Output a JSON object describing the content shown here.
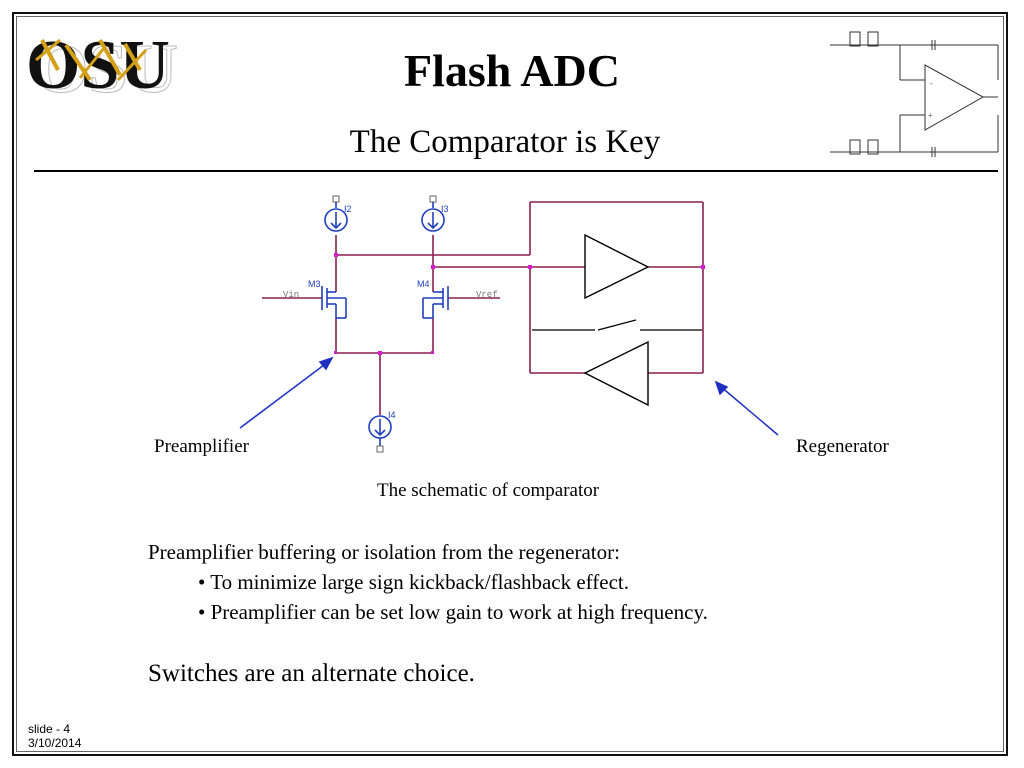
{
  "slide": {
    "logo_text": "OSU",
    "title": "Flash ADC",
    "subtitle": "The Comparator is Key"
  },
  "schematic": {
    "labels": {
      "i2": "I2",
      "i3": "I3",
      "i4": "I4",
      "m3": "M3",
      "m4": "M4",
      "vin": "Vin",
      "vref": "Vref"
    },
    "preamp_label": "Preamplifier",
    "regen_label": "Regenerator",
    "caption": "The schematic of comparator"
  },
  "content": {
    "intro": "Preamplifier buffering or isolation from the regenerator:",
    "bullets": [
      "• To minimize large sign kickback/flashback effect.",
      "• Preamplifier can be set low gain to work at high frequency."
    ],
    "closing": "Switches are an alternate choice."
  },
  "footer": {
    "slide_number": "slide - 4",
    "date": "3/10/2014"
  },
  "colors": {
    "wire": "#8b1f4f",
    "device": "#1f3fbf",
    "node": "#d81bd8",
    "arrow": "#1f2fbf"
  }
}
